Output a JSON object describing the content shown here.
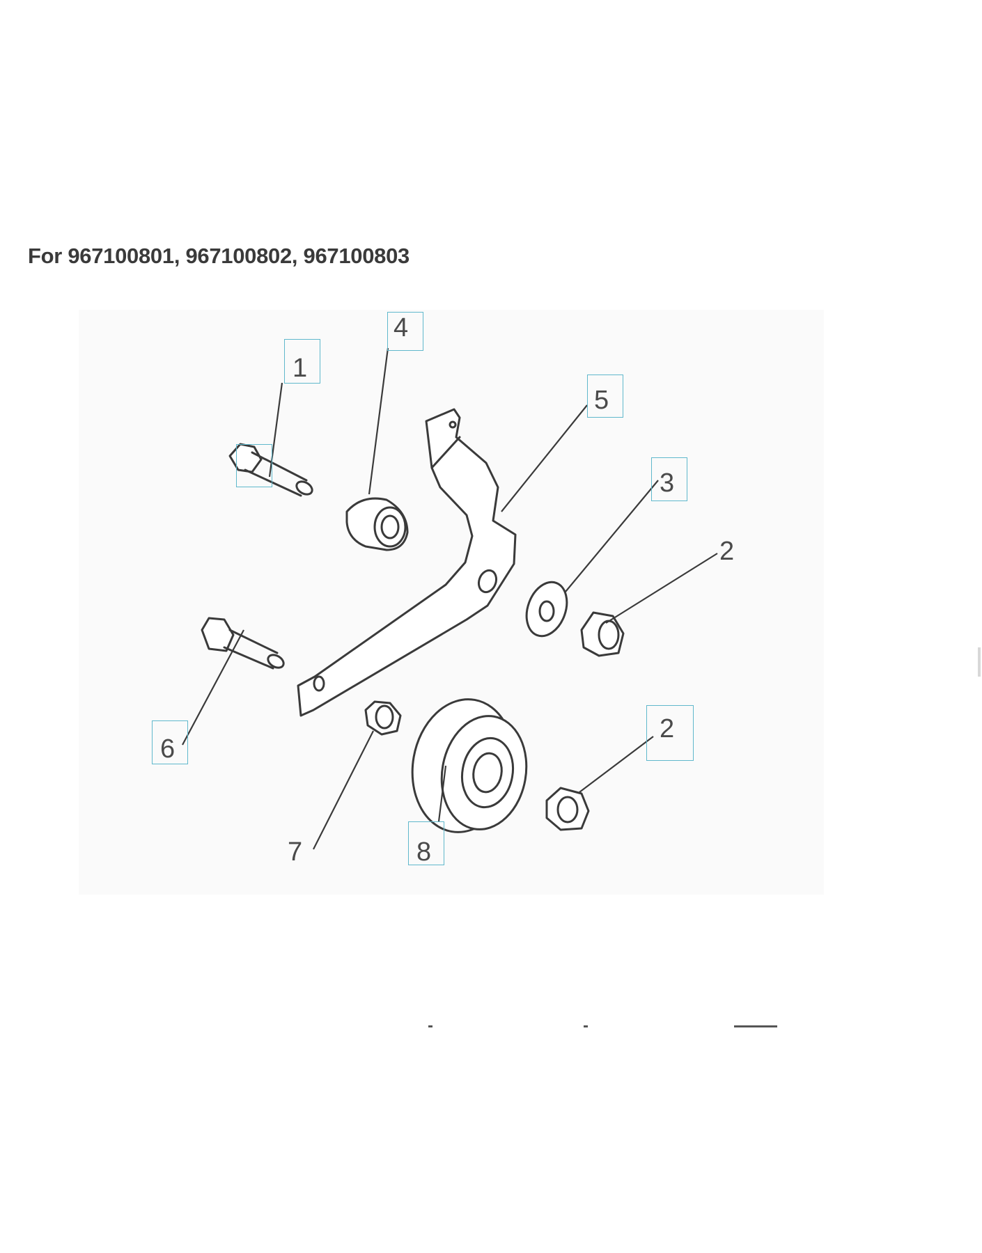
{
  "title": "For 967100801, 967100802, 967100803",
  "callouts": [
    {
      "id": "c1",
      "label": "1"
    },
    {
      "id": "c4",
      "label": "4"
    },
    {
      "id": "c5",
      "label": "5"
    },
    {
      "id": "c3",
      "label": "3"
    },
    {
      "id": "c2a",
      "label": "2"
    },
    {
      "id": "c2b",
      "label": "2"
    },
    {
      "id": "c6",
      "label": "6"
    },
    {
      "id": "c7",
      "label": "7"
    },
    {
      "id": "c8",
      "label": "8"
    }
  ],
  "colors": {
    "hotspot_border": "#5fb8cc",
    "line": "#3a3a3a",
    "panel": "#fafafa"
  }
}
